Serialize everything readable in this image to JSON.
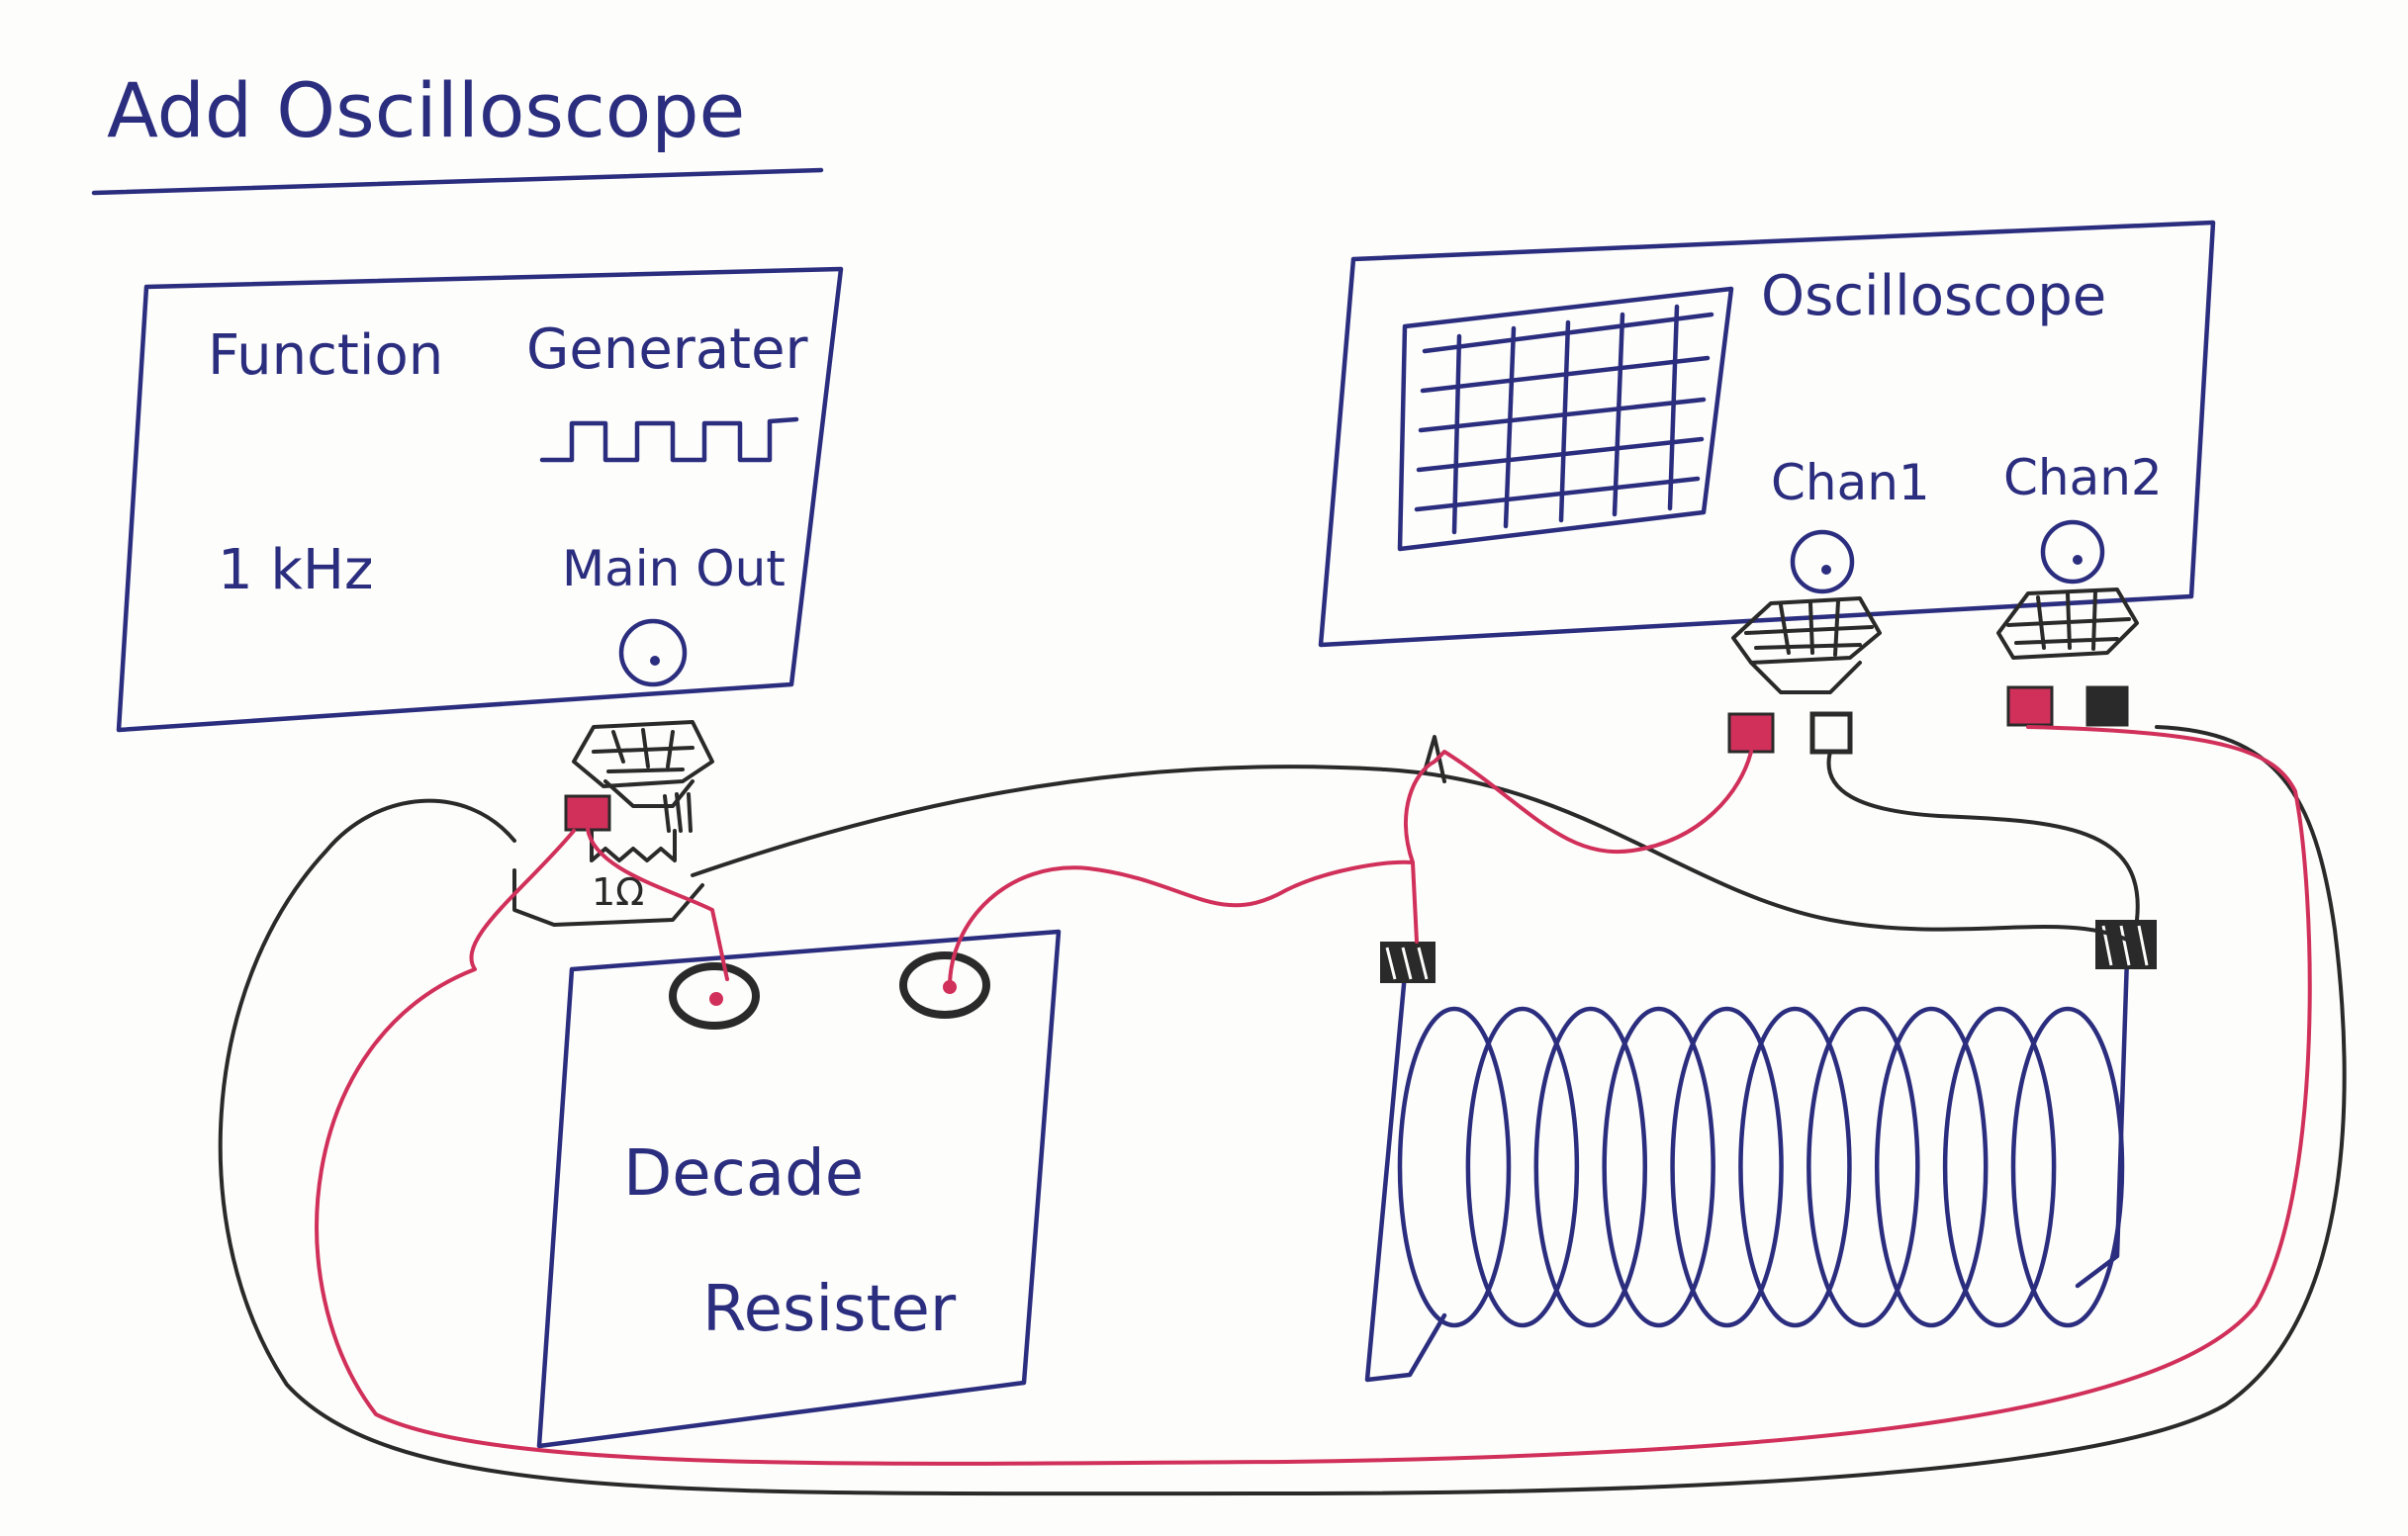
{
  "title": "Add Oscilloscope",
  "function_generator": {
    "title_left": "Function",
    "title_right": "Generater",
    "frequency": "1 kHz",
    "output_label": "Main Out",
    "resistor_label": "1Ω"
  },
  "oscilloscope": {
    "title": "Oscilloscope",
    "channel_1": "Chan1",
    "channel_2": "Chan2"
  },
  "decade_resistor": {
    "line_1": "Decade",
    "line_2": "Resister"
  },
  "colors": {
    "ink": "#2b2d7e",
    "red_wire": "#d0305a",
    "black_wire": "#2a2a2a",
    "paper": "#fdfdfb"
  },
  "icons": [
    "square-wave-icon",
    "screen-grid-icon",
    "bnc-connector-icon",
    "alligator-clip-icon",
    "coil-icon"
  ]
}
